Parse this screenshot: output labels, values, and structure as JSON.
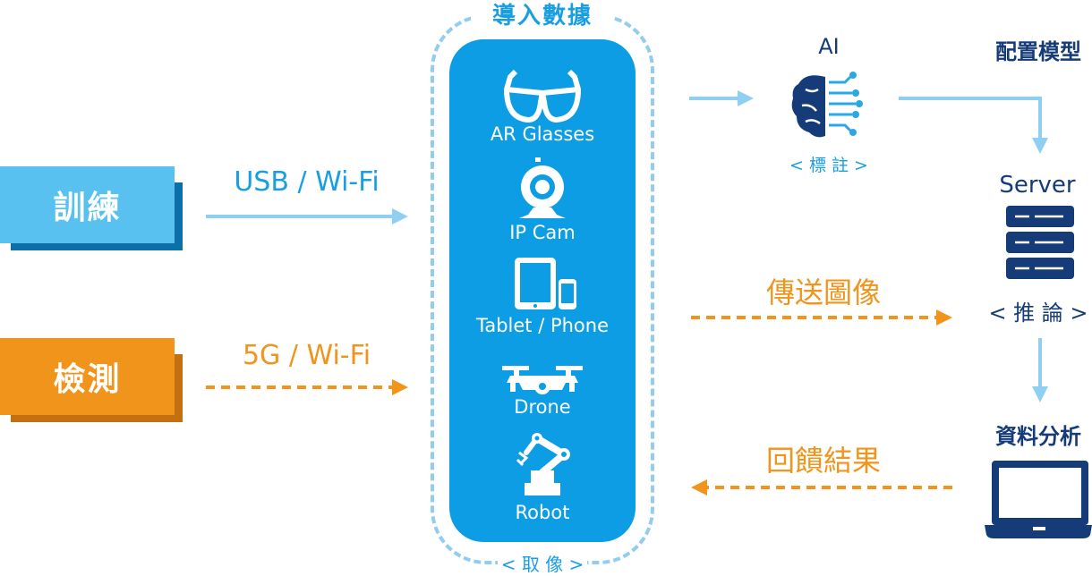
{
  "modes": {
    "training": {
      "label": "訓練",
      "link": "USB / Wi-Fi",
      "color": "#58c1ef",
      "shadow": "#0b6fa8"
    },
    "inspection": {
      "label": "檢測",
      "link": "5G / Wi-Fi",
      "color": "#f0941c",
      "shadow": "#c46f12"
    }
  },
  "center": {
    "title": "導入數據",
    "caption": "< 取 像 >",
    "devices": [
      {
        "name": "AR Glasses",
        "icon": "glasses-icon"
      },
      {
        "name": "IP Cam",
        "icon": "webcam-icon"
      },
      {
        "name": "Tablet / Phone",
        "icon": "tablet-phone-icon"
      },
      {
        "name": "Drone",
        "icon": "drone-icon"
      },
      {
        "name": "Robot",
        "icon": "robot-arm-icon"
      }
    ]
  },
  "ai": {
    "title": "AI",
    "subtitle": "< 標 註 >",
    "icon": "ai-brain-icon"
  },
  "deploy": {
    "label": "配置模型"
  },
  "server": {
    "title": "Server",
    "subtitle": "< 推 論 >",
    "icon": "server-icon"
  },
  "analysis": {
    "label": "資料分析",
    "icon": "laptop-icon"
  },
  "flows": {
    "send_images": "傳送圖像",
    "return_results": "回饋結果"
  },
  "colors": {
    "blue": "#1a9ee3",
    "orange": "#f0941c",
    "navy": "#153b78",
    "light_blue": "#8fd0f2"
  }
}
